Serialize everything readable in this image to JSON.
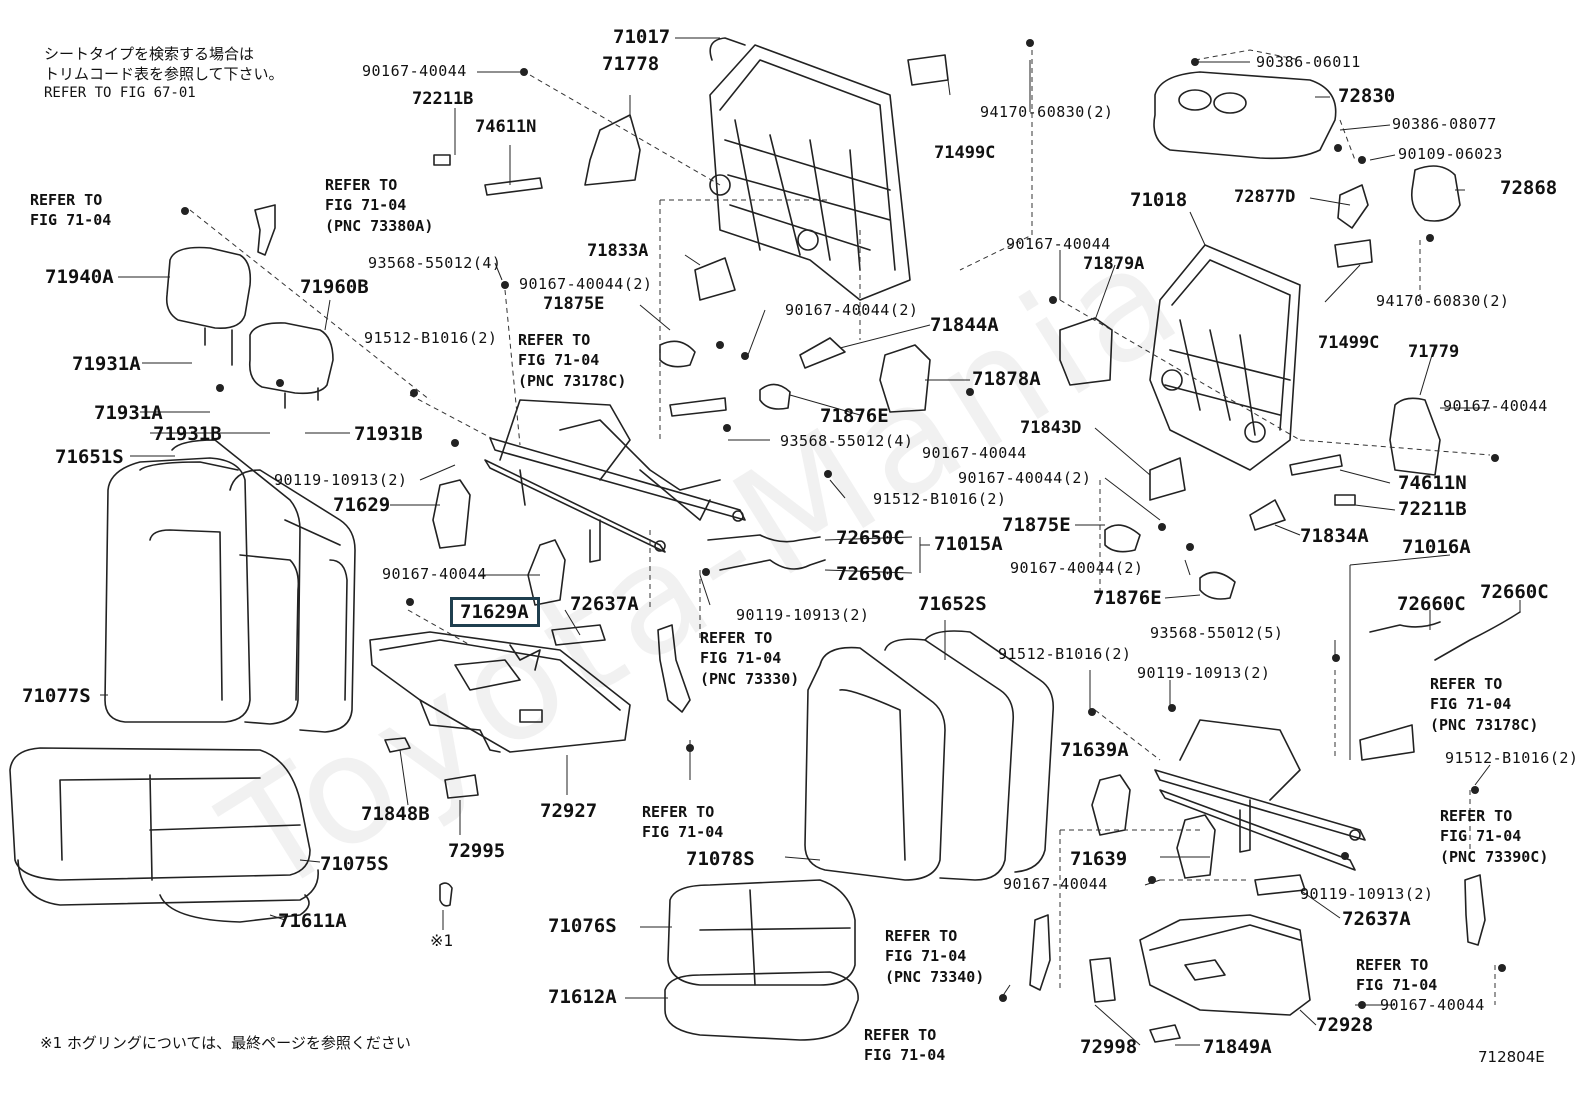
{
  "notes": {
    "line1": "シートタイプを検索する場合は",
    "line2": "トリムコード表を参照して下さい。",
    "line3": "REFER TO FIG 67-01",
    "footnote": "※1  ホグリングについては、最終ページを参照ください"
  },
  "figure_code": "712804E",
  "watermark": "Toyota-Mania",
  "highlighted_part": "71629A",
  "parts": {
    "p71017": "71017",
    "p71778": "71778",
    "p90167_40044_a": "90167-40044",
    "p72211B_a": "72211B",
    "p74611N_a": "74611N",
    "p90386_06011": "90386-06011",
    "p72830": "72830",
    "p94170_a": "94170-60830(2)",
    "p71499C_a": "71499C",
    "p90386_08077": "90386-08077",
    "p90109_06023": "90109-06023",
    "p72868": "72868",
    "p72877D": "72877D",
    "p71018": "71018",
    "p71940A": "71940A",
    "p71960B": "71960B",
    "p93568_a": "93568-55012(4)",
    "p71833A": "71833A",
    "p90167_b": "90167-40044(2)",
    "p71875E_a": "71875E",
    "p90167_c": "90167-40044(2)",
    "p71844A": "71844A",
    "p91512_a": "91512-B1016(2)",
    "p71931A_a": "71931A",
    "p71931A_b": "71931A",
    "p71931B_a": "71931B",
    "p71931B_b": "71931B",
    "p71878A": "71878A",
    "p71876E_a": "71876E",
    "p90167_d": "90167-40044",
    "p71879A": "71879A",
    "p90167_e": "90167-40044",
    "p94170_b": "94170-60830(2)",
    "p71499C_b": "71499C",
    "p71779": "71779",
    "p90167_f": "90167-40044",
    "p71843D": "71843D",
    "p93568_b": "93568-55012(4)",
    "p71651S": "71651S",
    "p90119_a": "90119-10913(2)",
    "p71629": "71629",
    "p91512_b": "91512-B1016(2)",
    "p90167_g": "90167-40044(2)",
    "p74611N_b": "74611N",
    "p72211B_b": "72211B",
    "p71875E_b": "71875E",
    "p71834A": "71834A",
    "p72650C_a": "72650C",
    "p71015A": "71015A",
    "p72650C_b": "72650C",
    "p90167_h": "90167-40044(2)",
    "p71876E_b": "71876E",
    "p90167_i": "90167-40044",
    "p71629A": "71629A",
    "p72637A_a": "72637A",
    "p90119_b": "90119-10913(2)",
    "p71652S": "71652S",
    "p71016A": "71016A",
    "p72660C_a": "72660C",
    "p72660C_b": "72660C",
    "p93568_c": "93568-55012(5)",
    "p91512_c": "91512-B1016(2)",
    "p90119_c": "90119-10913(2)",
    "p71077S": "71077S",
    "p71639A": "71639A",
    "p91512_d": "91512-B1016(2)",
    "p71848B": "71848B",
    "p72927": "72927",
    "p72995": "72995",
    "p71075S": "71075S",
    "p71078S": "71078S",
    "p71639": "71639",
    "p90167_j": "90167-40044",
    "p90119_d": "90119-10913(2)",
    "p72637A_b": "72637A",
    "p71611A": "71611A",
    "p71076S": "71076S",
    "p71612A": "71612A",
    "p72928": "72928",
    "p72998": "72998",
    "p71849A": "71849A",
    "p90167_k": "90167-40044",
    "hog1": "※1"
  },
  "refs": {
    "r1": [
      "REFER TO",
      "FIG 71-04"
    ],
    "r2": [
      "REFER TO",
      "FIG 71-04",
      "(PNC 73380A)"
    ],
    "r3": [
      "REFER TO",
      "FIG 71-04",
      "(PNC 73178C)"
    ],
    "r4": [
      "REFER TO",
      "FIG 71-04",
      "(PNC 73330)"
    ],
    "r5": [
      "REFER TO",
      "FIG 71-04"
    ],
    "r6": [
      "REFER TO",
      "FIG 71-04",
      "(PNC 73340)"
    ],
    "r7": [
      "REFER TO",
      "FIG 71-04"
    ],
    "r8": [
      "REFER TO",
      "FIG 71-04",
      "(PNC 73178C)"
    ],
    "r9": [
      "REFER TO",
      "FIG 71-04",
      "(PNC 73390C)"
    ],
    "r10": [
      "REFER TO",
      "FIG 71-04"
    ]
  }
}
